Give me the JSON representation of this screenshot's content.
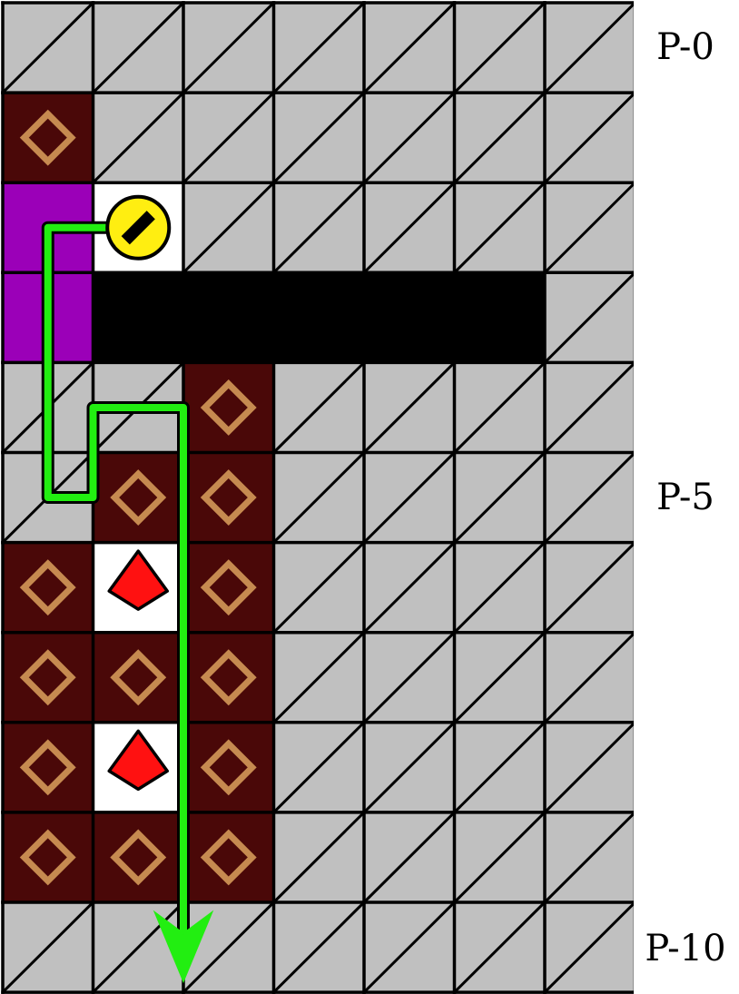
{
  "board": {
    "columns": 7,
    "rows": 11,
    "cell_legend": {
      "g": "gray-diagonal-tile",
      "b": "brown-diamond-tile",
      "p": "purple-tile",
      "w": "white-tile",
      "k": "black-wall-tile"
    },
    "grid": [
      "ggggggg",
      "bgggggg",
      "pwggggg",
      "pkkkkkg",
      "ggbgggg",
      "gbbgggg",
      "bwbgggg",
      "bbbgggg",
      "bwbgggg",
      "bbbgggg",
      "ggggggg"
    ],
    "colors": {
      "gray": "#c0c0c0",
      "brown": "#4a0808",
      "diamond": "#c68a50",
      "purple": "#9b00b8",
      "white": "#ffffff",
      "wall": "#000000",
      "path": "#22ee11",
      "token": "#ffee11",
      "gem": "#ff1111"
    },
    "token": {
      "icon": "yellow-circle-slash-token-icon",
      "col": 1,
      "row": 2
    },
    "gems": [
      {
        "icon": "red-diamond-gem-icon",
        "col": 1,
        "row": 6
      },
      {
        "icon": "red-diamond-gem-icon",
        "col": 1,
        "row": 8
      }
    ],
    "path": {
      "icon": "green-arrow-path-icon",
      "cells": [
        [
          1,
          2
        ],
        [
          0,
          2
        ],
        [
          0,
          5
        ],
        [
          0.5,
          5
        ],
        [
          0.5,
          4
        ],
        [
          1.5,
          4
        ],
        [
          1.5,
          10
        ]
      ]
    }
  },
  "labels": {
    "row_0": "P-0",
    "row_5": "P-5",
    "row_10": "P-10"
  }
}
